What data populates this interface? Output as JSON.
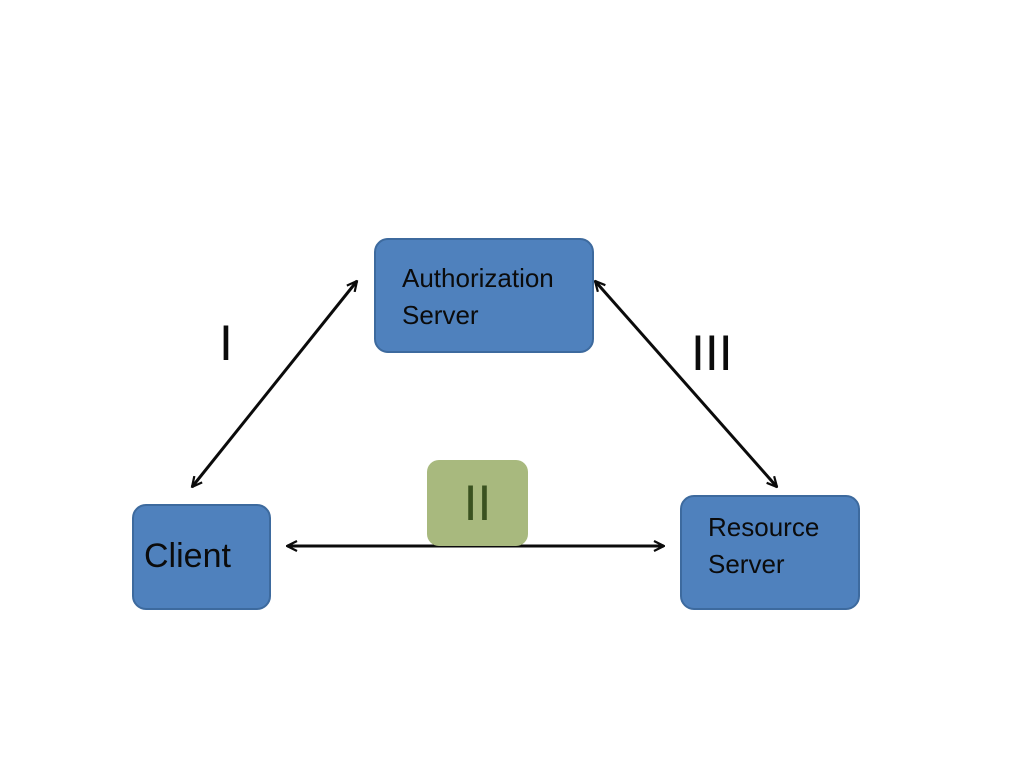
{
  "colors": {
    "node_fill": "#4f81bd",
    "node_border": "#3d6a9e",
    "step_box_fill": "#a8b97e",
    "step_box_text": "#3a5220",
    "arrow": "#0b0b0b",
    "text": "#0b0b0b"
  },
  "nodes": {
    "authorization_server": {
      "line1": "Authorization",
      "line2": "Server"
    },
    "client": {
      "label": "Client"
    },
    "resource_server": {
      "line1": "Resource",
      "line2": "Server"
    }
  },
  "steps": {
    "step1": "I",
    "step2": "II",
    "step3": "III"
  },
  "connections": [
    {
      "id": "client-auth",
      "from": "client",
      "to": "authorization_server",
      "direction": "bidirectional",
      "step": "I"
    },
    {
      "id": "client-resource",
      "from": "client",
      "to": "resource_server",
      "direction": "bidirectional",
      "step": "II"
    },
    {
      "id": "auth-resource",
      "from": "authorization_server",
      "to": "resource_server",
      "direction": "bidirectional",
      "step": "III"
    }
  ]
}
